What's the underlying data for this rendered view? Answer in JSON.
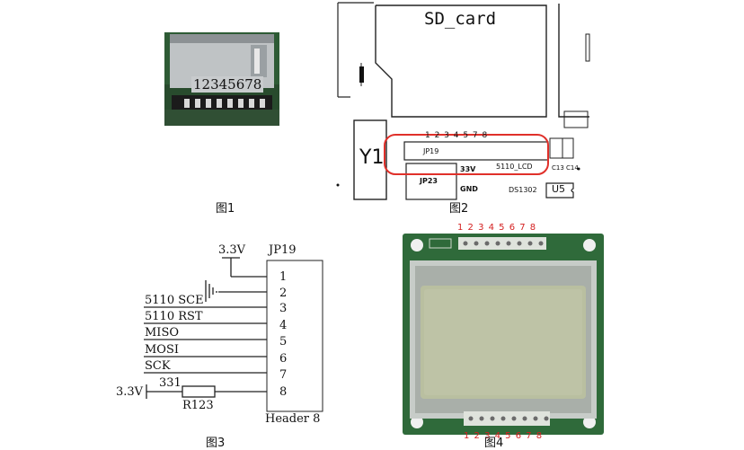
{
  "captions": {
    "fig1": "图1",
    "fig2": "图2",
    "fig3": "图3",
    "fig4": "图4"
  },
  "fig1": {
    "pin_label": "12345678"
  },
  "fig2": {
    "sd_label": "SD_card",
    "crystal_label": "Y1",
    "header_label": "JP19",
    "pin_numbers": "1 2 3 4 5 7 8",
    "jp23_label": "JP23",
    "v33_label": "33V",
    "gnd_label": "GND",
    "lcd_label": "5110_LCD",
    "cap_labels": "C13 C14",
    "rtc_label": "DS1302",
    "u5_label": "U5"
  },
  "fig3": {
    "vcc_label": "3.3V",
    "header_name": "JP19",
    "header_part": "Header 8",
    "pins": [
      "1",
      "2",
      "3",
      "4",
      "5",
      "6",
      "7",
      "8"
    ],
    "signals": [
      "5110 SCE",
      "5110 RST",
      "MISO",
      "MOSI",
      "SCK"
    ],
    "resistor_value": "331",
    "resistor_name": "R123",
    "vcc2_label": "3.3V"
  },
  "fig4": {
    "top_pins": "1 2 3 4 5 6 7 8",
    "bottom_pins": "1 2 3 4 5 6 7 8"
  },
  "colors": {
    "highlight": "#e0302a",
    "pcb": "#2f6a3a",
    "lcd": "#b9bfa0",
    "pin_red": "#d42020"
  }
}
